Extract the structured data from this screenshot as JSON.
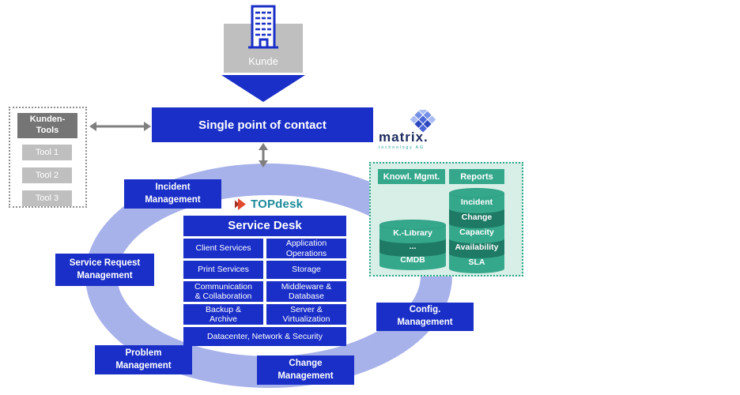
{
  "palette": {
    "blue": "#1a2fc8",
    "ring": "#a7b1ea",
    "grayLight": "#bfbfbf",
    "grayMid": "#757575",
    "arrow": "#7f7f7f",
    "greenMid": "#35a88c",
    "greenDark": "#1e7a64",
    "greenBg": "#d7efe7",
    "greenBorder": "#2fa98b",
    "topdeskTeal": "#1b8a9a",
    "topdeskRed": "#e2492f",
    "matrixNavy": "#1c2a5e",
    "matrixTeal": "#2ba89b"
  },
  "customer": {
    "label": "Kunde"
  },
  "spoc": {
    "label": "Single point of contact"
  },
  "matrix_logo": {
    "wordmark": "matrix.",
    "subtitle": "technology AG"
  },
  "kunden_tools": {
    "title": "Kunden-\nTools",
    "items": [
      "Tool 1",
      "Tool 2",
      "Tool 3"
    ]
  },
  "topdesk": {
    "wordmark": "TOPdesk"
  },
  "processes": {
    "incident": "Incident\nManagement",
    "service_request": "Service Request\nManagement",
    "problem": "Problem\nManagement",
    "change": "Change\nManagement",
    "config": "Config.\nManagement"
  },
  "service_desk": {
    "title": "Service Desk",
    "rows": [
      [
        "Client Services",
        "Application\nOperations"
      ],
      [
        "Print Services",
        "Storage"
      ],
      [
        "Communication\n& Collaboration",
        "Middleware &\nDatabase"
      ],
      [
        "Backup &\nArchive",
        "Server &\nVirtualization"
      ]
    ],
    "footer": "Datacenter, Network & Security"
  },
  "knowledge": {
    "headers": {
      "left": "Knowl. Mgmt.",
      "right": "Reports"
    },
    "left_stack": [
      "K.-Library",
      "...",
      "CMDB"
    ],
    "right_stack": [
      "Incident",
      "Change",
      "Capacity",
      "Availability",
      "SLA"
    ]
  }
}
